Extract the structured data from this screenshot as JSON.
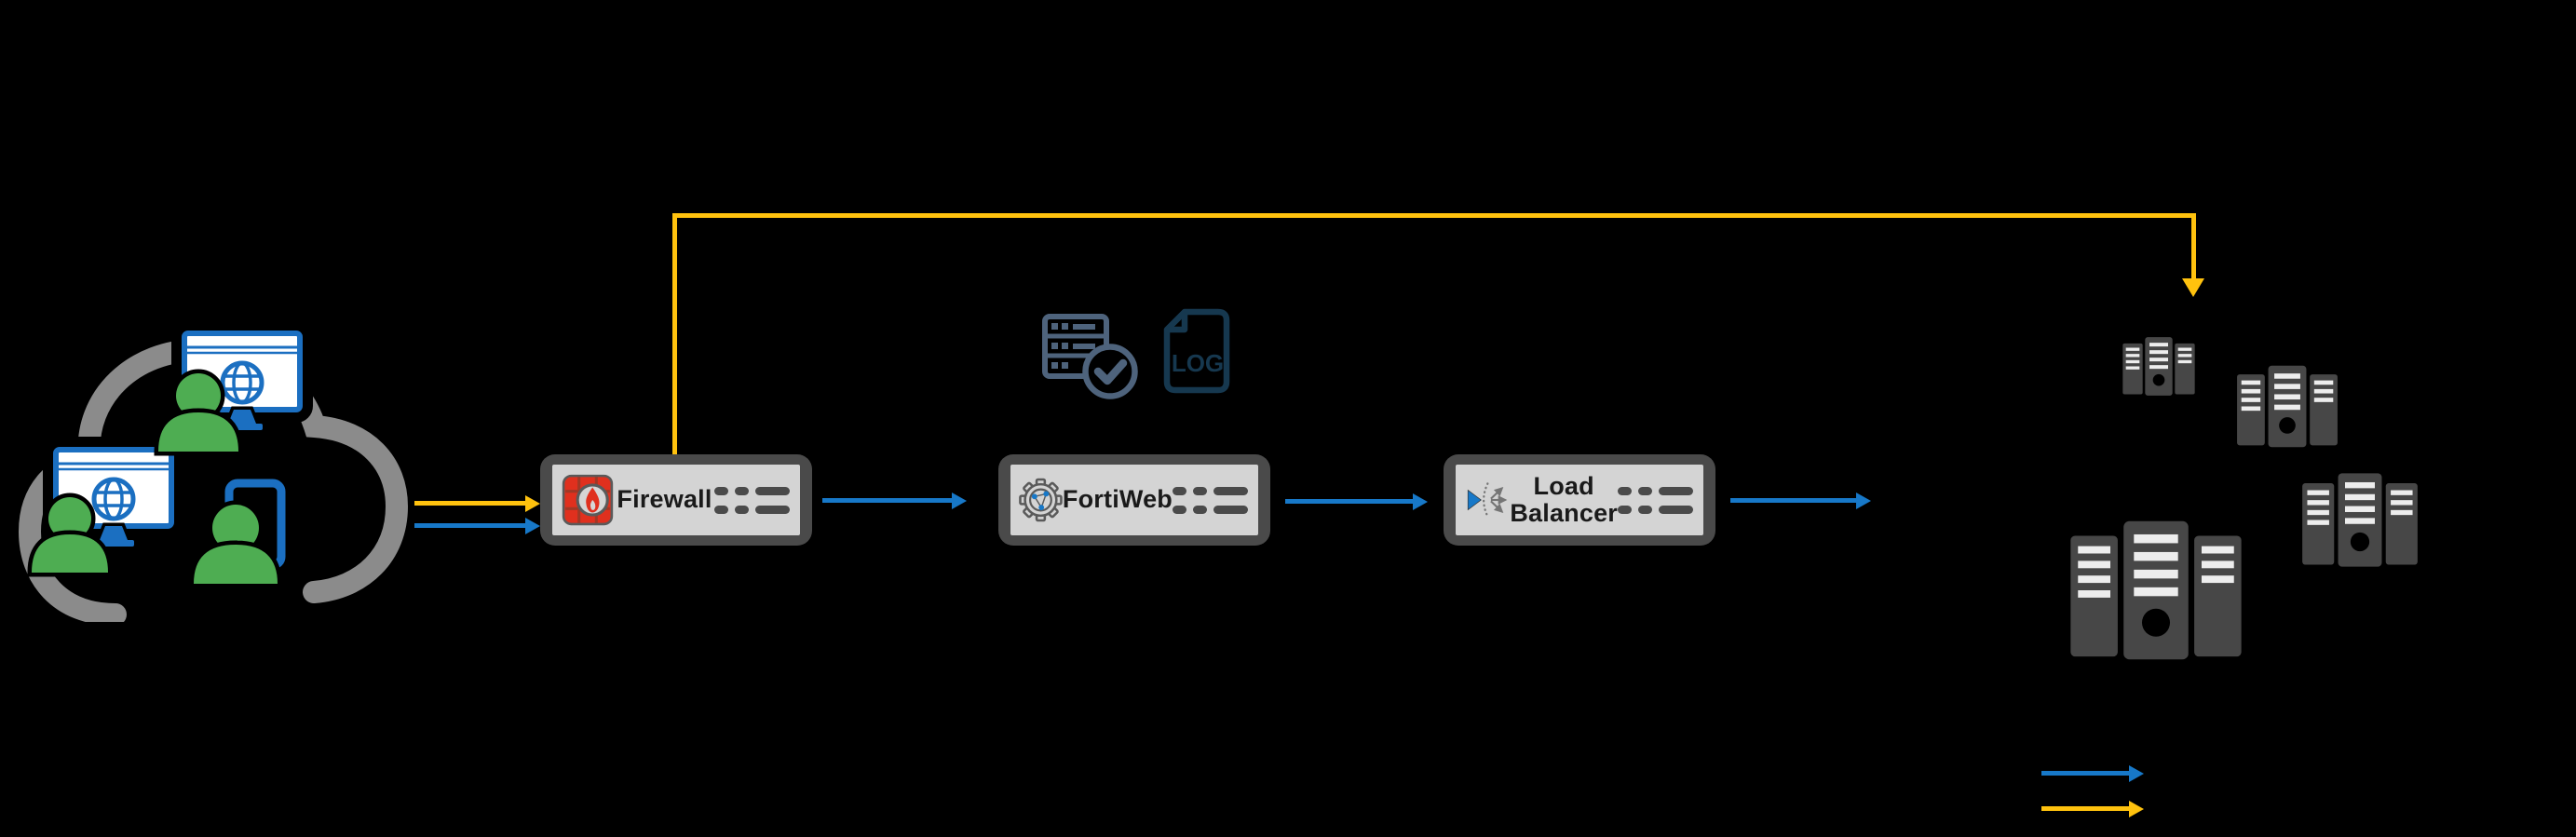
{
  "diagram": {
    "title_visible": "",
    "nodes": [
      {
        "id": "firewall",
        "label": "Firewall"
      },
      {
        "id": "fortiweb",
        "label": "FortiWeb"
      },
      {
        "id": "load-balancer",
        "label": "Load Balancer"
      }
    ],
    "icons": {
      "log_label": "LOG"
    },
    "flows": [
      {
        "name": "user-traffic-to-firewall",
        "colors": [
          "yellow",
          "blue"
        ]
      },
      {
        "name": "firewall-to-fortiweb",
        "color": "blue"
      },
      {
        "name": "fortiweb-to-load-balancer",
        "color": "blue"
      },
      {
        "name": "load-balancer-to-servers",
        "color": "blue"
      },
      {
        "name": "firewall-bypass-to-servers",
        "color": "yellow"
      }
    ],
    "legend": {
      "entries": [
        {
          "arrow_color": "blue"
        },
        {
          "arrow_color": "yellow"
        }
      ]
    }
  },
  "colors": {
    "background": "#000000",
    "yellow": "#FFC20E",
    "blue": "#1778C8",
    "green": "#4EAD52",
    "cloud-gray": "#8B8B8B",
    "box-outer": "#4A4A4A",
    "box-inner": "#D4D4D4",
    "label-text": "#1A1A1A",
    "server-gray": "#474747",
    "slate": "#4E637C",
    "navy": "#16384F",
    "red": "#E0301E",
    "monitor-blue": "#1B6FC1",
    "icon-gray": "#5A5A5A"
  }
}
